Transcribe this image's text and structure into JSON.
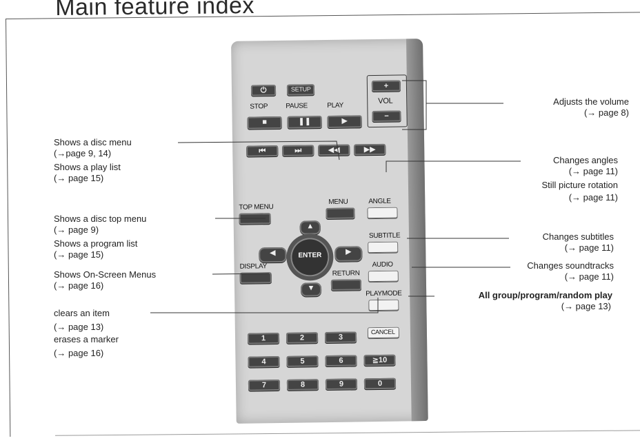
{
  "title": "Main feature index",
  "remote": {
    "stop_label": "STOP",
    "pause_label": "PAUSE",
    "play_label": "PLAY",
    "vol_label": "VOL",
    "setup_label": "SETUP",
    "menu_label": "MENU",
    "top_menu_label": "TOP MENU",
    "angle_label": "ANGLE",
    "subtitle_label": "SUBTITLE",
    "display_label": "DISPLAY",
    "return_label": "RETURN",
    "audio_label": "AUDIO",
    "playmode_label": "PLAYMODE",
    "enter_label": "ENTER",
    "cancel_label": "CANCEL",
    "keys": [
      "1",
      "2",
      "3",
      "4",
      "5",
      "6",
      "≧10",
      "7",
      "8",
      "9",
      "0"
    ]
  },
  "left": {
    "disc_menu": "Shows a disc menu",
    "disc_menu_ref": "(→page 9, 14)",
    "play_list": "Shows a play list",
    "play_list_ref": "(→ page 15)",
    "top_menu": "Shows a disc top menu",
    "top_menu_ref": "(→ page 9)",
    "program_list": "Shows a program list",
    "program_list_ref": "(→ page 15)",
    "osm": "Shows On-Screen Menus",
    "osm_ref": "(→ page 16)",
    "clear": "clears an item",
    "clear_ref": "(→ page 13)",
    "erase": "erases a marker",
    "erase_ref": "(→ page 16)"
  },
  "right": {
    "volume": "Adjusts the volume",
    "volume_ref": "(→ page 8)",
    "angles": "Changes angles",
    "angles_ref": "(→ page 11)",
    "rotation": "Still picture rotation",
    "rotation_ref": "(→ page 11)",
    "subtitles": "Changes subtitles",
    "subtitles_ref": "(→ page 11)",
    "soundtracks": "Changes soundtracks",
    "soundtracks_ref": "(→ page 11)",
    "playmode": "All group/program/random play",
    "playmode_ref": "(→ page 13)"
  }
}
